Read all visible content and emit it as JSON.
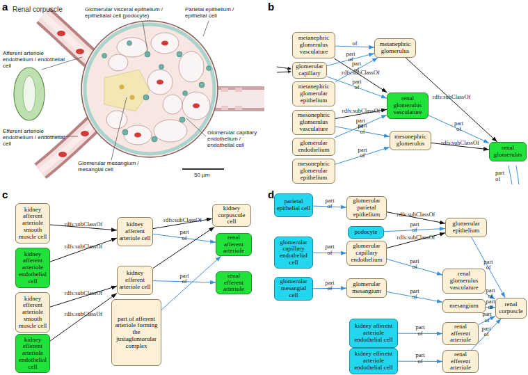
{
  "diagram": {
    "nodes": [
      {
        "text": [
          "metanephric glomerulus vasculature"
        ]
      },
      {
        "text": [
          "metanephric glomerulus"
        ]
      },
      {
        "text": [
          "glomerular capillary"
        ]
      },
      {
        "text": [
          "metanephric glomerular epithelium"
        ]
      },
      {
        "text": [
          "renal glomerulus vasculature"
        ]
      },
      {
        "text": [
          "mesonephric glomerulus vasculature"
        ]
      },
      {
        "text": [
          "mesonephric glomerulus"
        ]
      },
      {
        "text": [
          "glomerular endothelium"
        ]
      },
      {
        "text": [
          "renal glomerulus"
        ]
      },
      {
        "text": [
          "mesonephric glomerular epithelium"
        ]
      },
      {
        "text": [
          "kidney afferent arteriole smooth muscle cell"
        ]
      },
      {
        "text": [
          "kidney afferent arteriole endothelial cell"
        ]
      },
      {
        "text": [
          "kidney afferent arteriole cell"
        ]
      },
      {
        "text": [
          "kidney corpuscule cell"
        ]
      },
      {
        "text": [
          "renal afferent arteriole"
        ]
      },
      {
        "text": [
          "kidney efferent arteriole smooth muscle cell"
        ]
      },
      {
        "text": [
          "kidney efferent arteriole endothelial cell"
        ]
      },
      {
        "text": [
          "kidney efferent arteriole cell"
        ]
      },
      {
        "text": [
          "part of afferent arteriole forming the juxtaglomorular complex"
        ]
      },
      {
        "text": [
          "renal efferent arteriole"
        ]
      },
      {
        "text": [
          "parietal epithelial cell"
        ]
      },
      {
        "text": [
          "glomerular parietal epithelium"
        ]
      },
      {
        "text": [
          "podocyte"
        ]
      },
      {
        "text": [
          "glomerular epithelium"
        ]
      },
      {
        "text": [
          "glomerular capillary endothelial cell"
        ]
      },
      {
        "text": [
          "glomerular capillary endothelium"
        ]
      },
      {
        "text": [
          "renal glomerulus vasculature"
        ]
      },
      {
        "text": [
          "glomerular mesangial cell"
        ]
      },
      {
        "text": [
          "glomerular mesangium"
        ]
      },
      {
        "text": [
          "mesangium"
        ]
      },
      {
        "text": [
          "renal corpuscle"
        ]
      },
      {
        "text": [
          "kidney afferent arteriole endothelial cell"
        ]
      },
      {
        "text": [
          "renal afferent arteriole"
        ]
      },
      {
        "text": [
          "kidney efferent arteriole endothelial cell"
        ]
      },
      {
        "text": [
          "renal efferent arteriole"
        ]
      }
    ],
    "edges": [
      {
        "from": 0,
        "to": 1,
        "arrow": "to",
        "label": "of"
      },
      {
        "from": 0,
        "to": 4,
        "arrow": "to",
        "label": "rdfs:subClassOf"
      },
      {
        "from": 2,
        "to": 1,
        "arrow": "to",
        "label": "part of"
      },
      {
        "from": 2,
        "to": 4,
        "arrow": "to",
        "label": "part of"
      },
      {
        "from": 3,
        "to": 1,
        "arrow": "to",
        "label": "part of"
      },
      {
        "from": 5,
        "to": 4,
        "arrow": "to",
        "label": "rdfs:subClassOf"
      },
      {
        "from": 5,
        "to": 6,
        "arrow": "to",
        "label": "part of"
      },
      {
        "from": 7,
        "to": 4,
        "arrow": "to",
        "label": "part of"
      },
      {
        "from": 9,
        "to": 6,
        "arrow": "to",
        "label": "part of"
      },
      {
        "from": 1,
        "to": 8,
        "arrow": "to",
        "label": "rdfs:subClassOf"
      },
      {
        "from": 6,
        "to": 8,
        "arrow": "to",
        "label": "rdfs:subClassOf"
      },
      {
        "from": 4,
        "to": 8,
        "arrow": "to",
        "label": "part of"
      },
      {
        "from": 10,
        "to": 12,
        "arrow": "to",
        "label": "rdfs:subClassOf"
      },
      {
        "from": 11,
        "to": 12,
        "arrow": "to",
        "label": "rdfs:subClassOf"
      },
      {
        "from": 12,
        "to": 13,
        "arrow": "to",
        "label": "rdfs:subClassOf"
      },
      {
        "from": 12,
        "to": 14,
        "arrow": "to",
        "label": "part of"
      },
      {
        "from": 15,
        "to": 17,
        "arrow": "to",
        "label": "rdfs:subClassOf"
      },
      {
        "from": 16,
        "to": 17,
        "arrow": "to",
        "label": "rdfs:subClassOf"
      },
      {
        "from": 17,
        "to": 13,
        "arrow": "to"
      },
      {
        "from": 17,
        "to": 19,
        "arrow": "to",
        "label": "part of"
      },
      {
        "from": 18,
        "to": 14,
        "arrow": "to"
      },
      {
        "from": 20,
        "to": 21,
        "arrow": "to",
        "label": "part of"
      },
      {
        "from": 21,
        "to": 23,
        "arrow": "to",
        "label": "rdfs:subClassOf"
      },
      {
        "from": 22,
        "to": 23,
        "arrow": "to",
        "label": "part of"
      },
      {
        "from": 24,
        "to": 25,
        "arrow": "to",
        "label": "part of"
      },
      {
        "from": 25,
        "to": 23,
        "arrow": "to",
        "label": "rdfs:subClassOf"
      },
      {
        "from": 25,
        "to": 26,
        "arrow": "to",
        "label": "part of"
      },
      {
        "from": 27,
        "to": 28,
        "arrow": "to",
        "label": "part of"
      },
      {
        "from": 28,
        "to": 29,
        "arrow": "to",
        "label": "part of"
      },
      {
        "from": 23,
        "to": 30,
        "arrow": "to",
        "label": "part of"
      },
      {
        "from": 26,
        "to": 30,
        "arrow": "to",
        "label": "part of"
      },
      {
        "from": 29,
        "to": 30,
        "arrow": "to",
        "label": "part of"
      },
      {
        "from": 31,
        "to": 32,
        "arrow": "to",
        "label": "part of"
      },
      {
        "from": 32,
        "to": 30,
        "arrow": "to",
        "label": "part of"
      },
      {
        "from": 33,
        "to": 34,
        "arrow": "to",
        "label": "part of"
      },
      {
        "from": 34,
        "to": 30,
        "arrow": "to",
        "label": "part of"
      }
    ],
    "labels": [
      "a",
      "Renal corpuscle",
      "Glomerular visceral epithelium / epithelialal cell (podocyte)",
      "Parietal epithelium / epithelial cell",
      "Afferent arteriole endothelium / endothelial cell",
      "Efferent arteriole endothelium / endothelial cell",
      "Glomerular capillary endothelium / endothelial cell",
      "Glomerular mesangium / mesangial cell",
      "50 µm",
      "b",
      "part of",
      "c",
      "d"
    ]
  }
}
